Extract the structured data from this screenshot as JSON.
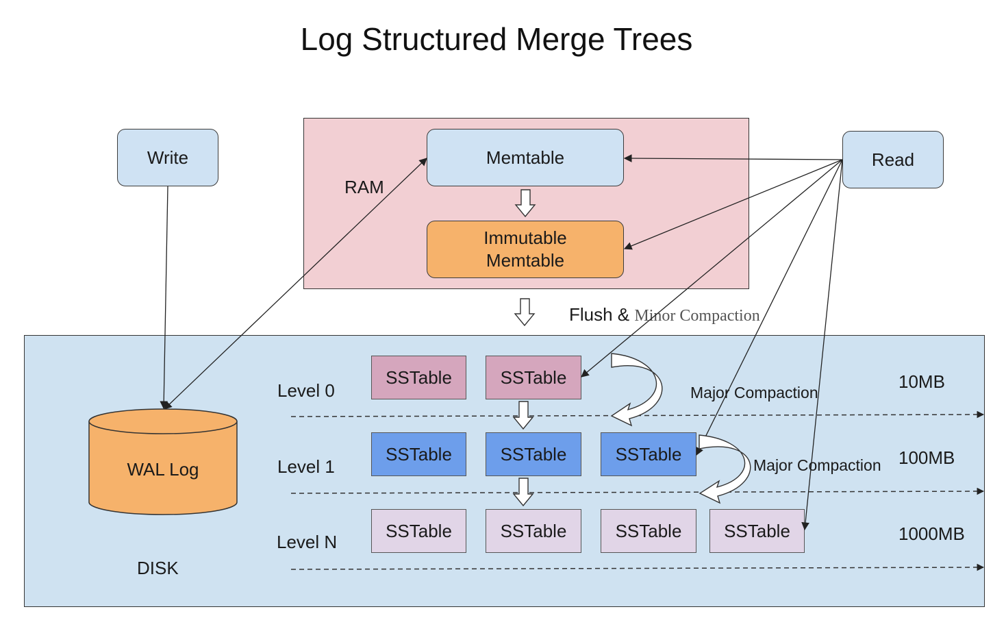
{
  "title": "Log Structured Merge Trees",
  "regions": {
    "ram_label": "RAM",
    "disk_label": "DISK"
  },
  "nodes": {
    "write": "Write",
    "read": "Read",
    "memtable": "Memtable",
    "immutable_memtable_line1": "Immutable",
    "immutable_memtable_line2": "Memtable",
    "wal_log": "WAL Log"
  },
  "flush_label_part1": "Flush &",
  "flush_label_part2": "Minor Compaction",
  "levels": [
    {
      "label": "Level 0",
      "size": "10MB",
      "sstables": [
        "SSTable",
        "SSTable"
      ]
    },
    {
      "label": "Level 1",
      "size": "100MB",
      "sstables": [
        "SSTable",
        "SSTable",
        "SSTable"
      ]
    },
    {
      "label": "Level N",
      "size": "1000MB",
      "sstables": [
        "SSTable",
        "SSTable",
        "SSTable",
        "SSTable"
      ]
    }
  ],
  "compaction_labels": [
    "Major Compaction",
    "Major Compaction"
  ],
  "colors": {
    "ram": "#f2cfd3",
    "disk": "#cfe2f1",
    "memtable": "#cfe2f3",
    "immutable": "#f6b26b",
    "level0": "#d5a6bd",
    "level1": "#6d9eeb",
    "levelN": "#e1d5e7"
  }
}
